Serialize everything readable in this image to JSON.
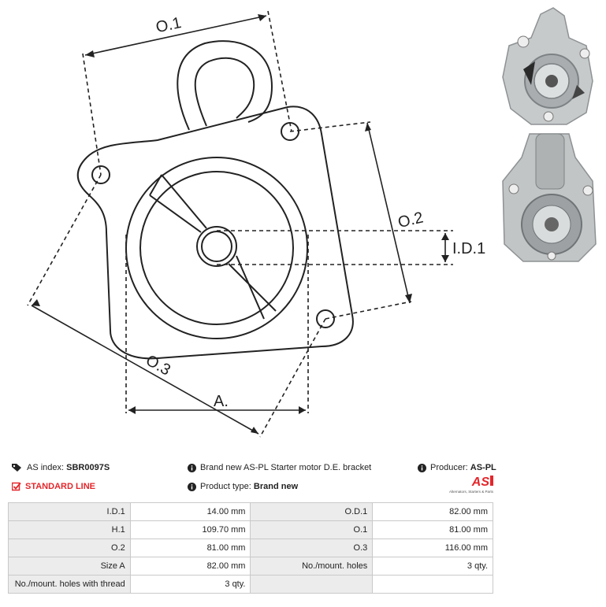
{
  "diagram_labels": {
    "od1": "O.1",
    "od2": "O.2",
    "od3": "O.3",
    "id1": "I.D.1",
    "size_a": "A."
  },
  "info": {
    "as_index_label": "AS index:",
    "as_index_value": "SBR0097S",
    "description": "Brand new AS-PL Starter motor D.E. bracket",
    "producer_label": "Producer:",
    "producer_value": "AS-PL",
    "line_label": "STANDARD LINE",
    "product_type_label": "Product type:",
    "product_type_value": "Brand new",
    "logo_text": "AS",
    "logo_tagline": "Alternators, Starters & Parts"
  },
  "specs": [
    {
      "l1": "I.D.1",
      "v1": "14.00 mm",
      "l2": "O.D.1",
      "v2": "82.00 mm"
    },
    {
      "l1": "H.1",
      "v1": "109.70 mm",
      "l2": "O.1",
      "v2": "81.00 mm"
    },
    {
      "l1": "O.2",
      "v1": "81.00 mm",
      "l2": "O.3",
      "v2": "116.00 mm"
    },
    {
      "l1": "Size A",
      "v1": "82.00 mm",
      "l2": "No./mount. holes",
      "v2": "3 qty."
    },
    {
      "l1": "No./mount. holes with thread",
      "v1": "3 qty.",
      "l2": "",
      "v2": ""
    }
  ],
  "colors": {
    "accent_red": "#e3262b",
    "label_bg": "#ececec",
    "border": "#c9c9c9"
  }
}
